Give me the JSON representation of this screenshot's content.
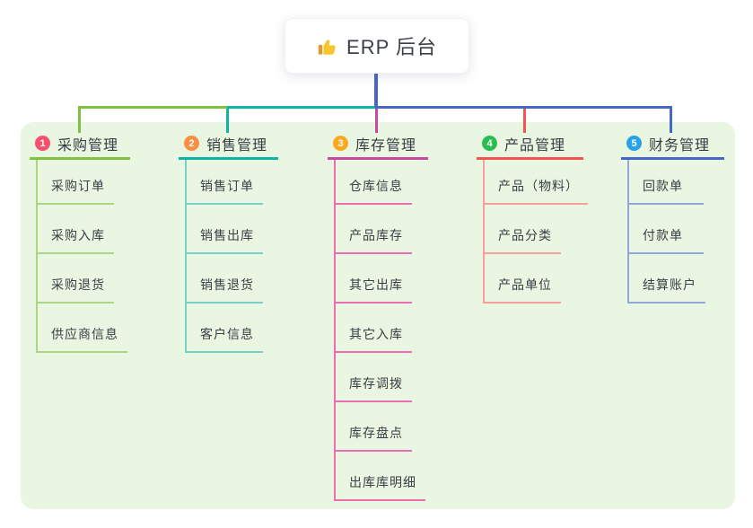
{
  "root": {
    "title": "ERP 后台",
    "icon": "thumbs-up-icon"
  },
  "panel": {
    "background": "#e9f6e2"
  },
  "branches": [
    {
      "id": "purchase",
      "badge": "1",
      "label": "采购管理",
      "colors": {
        "line": "#7fc241",
        "line_light": "#aed584",
        "badge": "#f7506b"
      },
      "children": [
        "采购订单",
        "采购入库",
        "采购退货",
        "供应商信息"
      ]
    },
    {
      "id": "sales",
      "badge": "2",
      "label": "销售管理",
      "colors": {
        "line": "#10b3a6",
        "line_light": "#78d0c8",
        "badge": "#fa8e42"
      },
      "children": [
        "销售订单",
        "销售出库",
        "销售退货",
        "客户信息"
      ]
    },
    {
      "id": "inventory",
      "badge": "3",
      "label": "库存管理",
      "colors": {
        "line": "#c9499e",
        "line_light": "#ec6db4",
        "badge": "#fba820"
      },
      "children": [
        "仓库信息",
        "产品库存",
        "其它出库",
        "其它入库",
        "库存调拨",
        "库存盘点",
        "出库库明细"
      ]
    },
    {
      "id": "product",
      "badge": "4",
      "label": "产品管理",
      "colors": {
        "line": "#f4534f",
        "line_light": "#f79f9c",
        "badge": "#2cbd52"
      },
      "children": [
        "产品（物料）",
        "产品分类",
        "产品单位"
      ]
    },
    {
      "id": "finance",
      "badge": "5",
      "label": "财务管理",
      "colors": {
        "line": "#4667c8",
        "line_light": "#92a7dc",
        "badge": "#29a1e9"
      },
      "children": [
        "回款单",
        "付款单",
        "结算账户"
      ]
    }
  ]
}
